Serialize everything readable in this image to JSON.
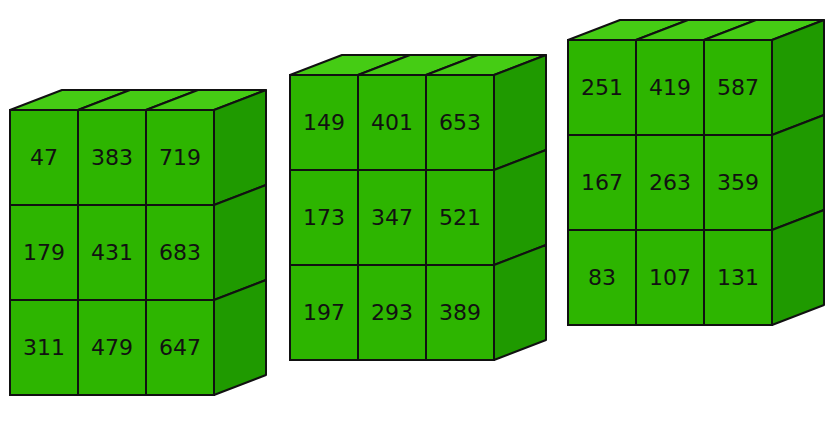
{
  "diagram": {
    "nodes": [
      {
        "text": [
          "47"
        ]
      },
      {
        "text": [
          "383"
        ]
      },
      {
        "text": [
          "719"
        ]
      },
      {
        "text": [
          "179"
        ]
      },
      {
        "text": [
          "431"
        ]
      },
      {
        "text": [
          "683"
        ]
      },
      {
        "text": [
          "311"
        ]
      },
      {
        "text": [
          "479"
        ]
      },
      {
        "text": [
          "647"
        ]
      },
      {
        "text": [
          "149"
        ]
      },
      {
        "text": [
          "401"
        ]
      },
      {
        "text": [
          "653"
        ]
      },
      {
        "text": [
          "173"
        ]
      },
      {
        "text": [
          "347"
        ]
      },
      {
        "text": [
          "521"
        ]
      },
      {
        "text": [
          "197"
        ]
      },
      {
        "text": [
          "293"
        ]
      },
      {
        "text": [
          "389"
        ]
      },
      {
        "text": [
          "251"
        ]
      },
      {
        "text": [
          "419"
        ]
      },
      {
        "text": [
          "587"
        ]
      },
      {
        "text": [
          "167"
        ]
      },
      {
        "text": [
          "263"
        ]
      },
      {
        "text": [
          "359"
        ]
      },
      {
        "text": [
          "83"
        ]
      },
      {
        "text": [
          "107"
        ]
      },
      {
        "text": [
          "131"
        ]
      }
    ]
  }
}
